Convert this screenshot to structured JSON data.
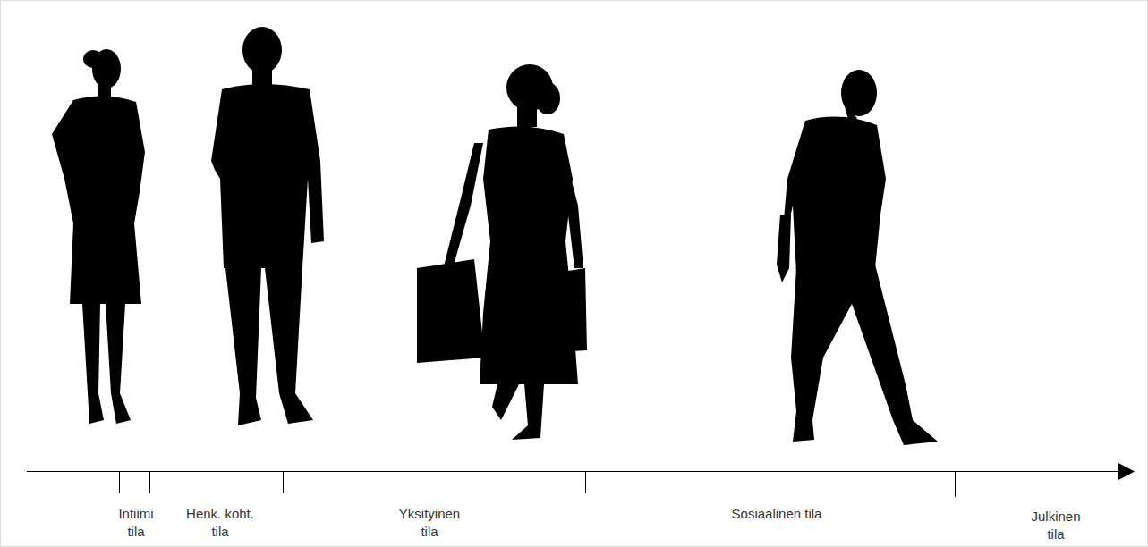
{
  "diagram": {
    "labels": [
      "Intiimi tila",
      "Henk. koht. tila",
      "Yksityinen tila",
      "Sosiaalinen tila",
      "Julkinen tila"
    ]
  }
}
